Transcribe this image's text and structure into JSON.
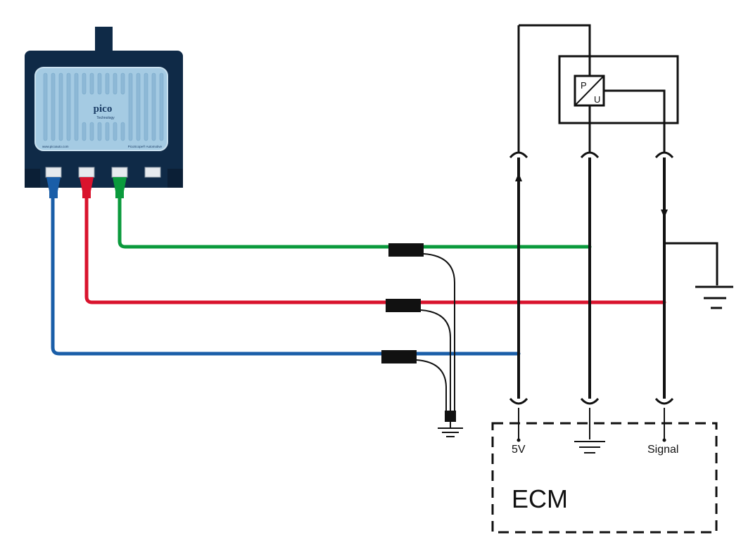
{
  "scope": {
    "brand": "pico",
    "brand_sub": "Technology",
    "url": "www.picoauto.com",
    "model": "PicoScope® Automotive",
    "channel_colors": {
      "A": "#1a5ea8",
      "B": "#d9132d",
      "C": "#0a9a3c"
    },
    "body_color": "#0f2a47",
    "panel_color": "#a5cbe3"
  },
  "sensor": {
    "symbol_top": "P",
    "symbol_bottom": "U"
  },
  "ecm": {
    "title": "ECM",
    "pins": {
      "supply": "5V",
      "signal": "Signal"
    }
  },
  "icons": {
    "ground": "ground-icon",
    "connector": "connector-icon",
    "arrow": "arrow-icon"
  }
}
